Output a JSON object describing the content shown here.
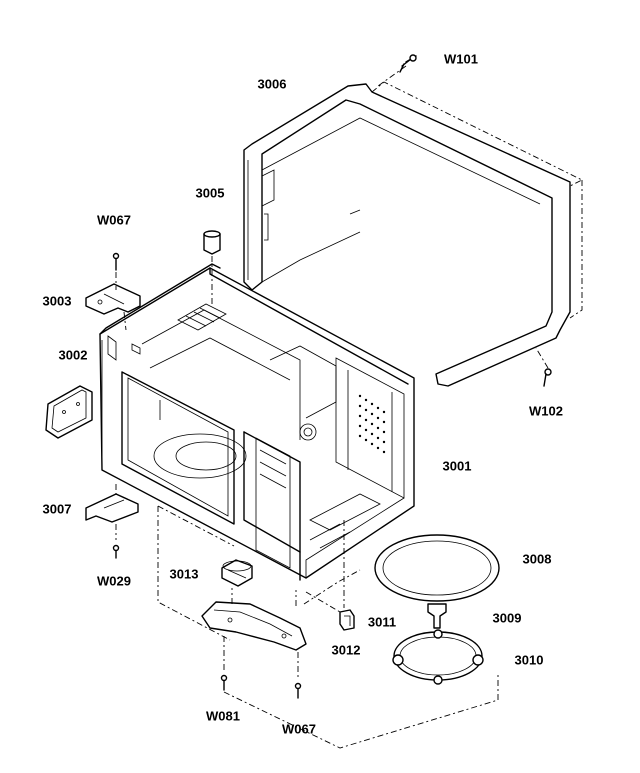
{
  "labels": {
    "w101": "W101",
    "p3006": "3006",
    "p3005": "3005",
    "w067_top": "W067",
    "p3003": "3003",
    "p3002": "3002",
    "p3001": "3001",
    "p3007": "3007",
    "w029": "W029",
    "p3013": "3013",
    "p3008": "3008",
    "p3011": "3011",
    "p3009": "3009",
    "p3012": "3012",
    "p3010": "3010",
    "w102": "W102",
    "w081": "W081",
    "w067_bottom": "W067"
  }
}
